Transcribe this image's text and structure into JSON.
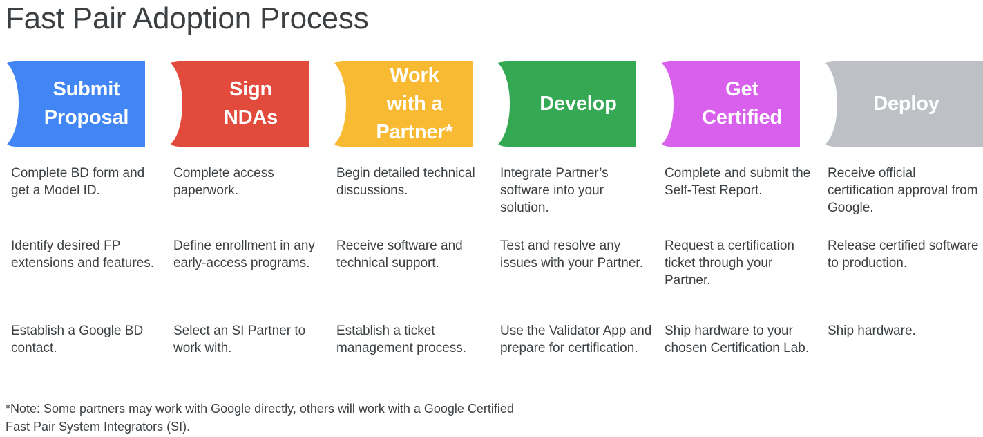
{
  "title": "Fast Pair Adoption Process",
  "colors": {
    "blue": "#4285F4",
    "red": "#E24A3B",
    "yellow": "#F7BA32",
    "green": "#34A853",
    "magenta": "#D860ED",
    "gray": "#BDC1C6",
    "text": "#3c4043",
    "background": "#FFFFFF"
  },
  "steps": [
    {
      "label": "Submit\nProposal",
      "color": "#4285F4",
      "items": [
        "Complete BD form and get a Model ID.",
        "Identify desired FP extensions and features.",
        "Establish a Google BD contact."
      ]
    },
    {
      "label": "Sign\nNDAs",
      "color": "#E24A3B",
      "items": [
        "Complete access paperwork.",
        "Define enrollment in any early-access programs.",
        "Select an SI Partner to work with."
      ]
    },
    {
      "label": "Work\nwith a\nPartner*",
      "color": "#F7BA32",
      "items": [
        "Begin detailed technical discussions.",
        "Receive software and technical support.",
        "Establish a ticket management process."
      ]
    },
    {
      "label": "Develop",
      "color": "#34A853",
      "items": [
        "Integrate Partner’s software into your solution.",
        "Test and resolve any issues with your Partner.",
        "Use the Validator App and prepare for certification."
      ]
    },
    {
      "label": "Get\nCertified",
      "color": "#D860ED",
      "items": [
        "Complete and submit the Self-Test Report.",
        "Request a certification ticket through your Partner.",
        "Ship hardware to your chosen Certification Lab."
      ]
    },
    {
      "label": "Deploy",
      "color": "#BDC1C6",
      "items": [
        "Receive official certification approval from Google.",
        "Release certified software to production.",
        "Ship hardware."
      ]
    }
  ],
  "footnote": "*Note: Some partners may work with Google directly, others will work with a Google Certified Fast Pair System Integrators (SI)."
}
